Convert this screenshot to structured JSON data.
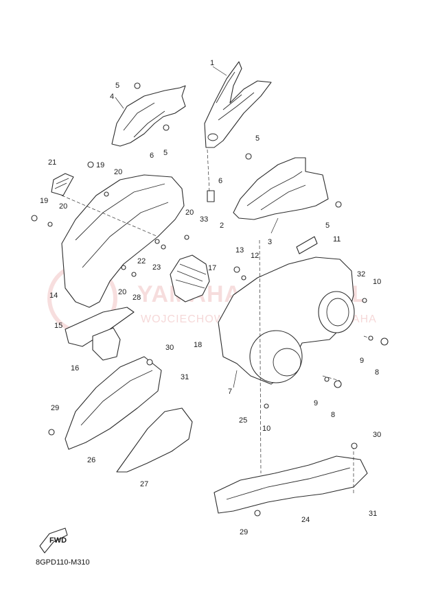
{
  "diagram": {
    "ref_code": "8GPD110-M310",
    "fwd_label": "FWD",
    "watermark": {
      "line1": "YAMAHA-SKLEP.PL",
      "line2": "WOJCIECHOWSKI MOTOCYKLE YAMAHA"
    },
    "callouts": [
      {
        "id": "c1",
        "text": "1"
      },
      {
        "id": "c2",
        "text": "2"
      },
      {
        "id": "c3",
        "text": "3"
      },
      {
        "id": "c4",
        "text": "4"
      },
      {
        "id": "c5a",
        "text": "5"
      },
      {
        "id": "c5b",
        "text": "5"
      },
      {
        "id": "c5c",
        "text": "5"
      },
      {
        "id": "c5d",
        "text": "5"
      },
      {
        "id": "c6a",
        "text": "6"
      },
      {
        "id": "c6b",
        "text": "6"
      },
      {
        "id": "c7",
        "text": "7"
      },
      {
        "id": "c8a",
        "text": "8"
      },
      {
        "id": "c8b",
        "text": "8"
      },
      {
        "id": "c9a",
        "text": "9"
      },
      {
        "id": "c9b",
        "text": "9"
      },
      {
        "id": "c10a",
        "text": "10"
      },
      {
        "id": "c10b",
        "text": "10"
      },
      {
        "id": "c11",
        "text": "11"
      },
      {
        "id": "c12",
        "text": "12"
      },
      {
        "id": "c13",
        "text": "13"
      },
      {
        "id": "c14",
        "text": "14"
      },
      {
        "id": "c15",
        "text": "15"
      },
      {
        "id": "c16",
        "text": "16"
      },
      {
        "id": "c17",
        "text": "17"
      },
      {
        "id": "c18",
        "text": "18"
      },
      {
        "id": "c19a",
        "text": "19"
      },
      {
        "id": "c19b",
        "text": "19"
      },
      {
        "id": "c20a",
        "text": "20"
      },
      {
        "id": "c20b",
        "text": "20"
      },
      {
        "id": "c20c",
        "text": "20"
      },
      {
        "id": "c20d",
        "text": "20"
      },
      {
        "id": "c21",
        "text": "21"
      },
      {
        "id": "c22",
        "text": "22"
      },
      {
        "id": "c23",
        "text": "23"
      },
      {
        "id": "c24",
        "text": "24"
      },
      {
        "id": "c25",
        "text": "25"
      },
      {
        "id": "c26",
        "text": "26"
      },
      {
        "id": "c27",
        "text": "27"
      },
      {
        "id": "c28",
        "text": "28"
      },
      {
        "id": "c29a",
        "text": "29"
      },
      {
        "id": "c29b",
        "text": "29"
      },
      {
        "id": "c30a",
        "text": "30"
      },
      {
        "id": "c30b",
        "text": "30"
      },
      {
        "id": "c31a",
        "text": "31"
      },
      {
        "id": "c31b",
        "text": "31"
      },
      {
        "id": "c32",
        "text": "32"
      },
      {
        "id": "c33",
        "text": "33"
      }
    ]
  }
}
